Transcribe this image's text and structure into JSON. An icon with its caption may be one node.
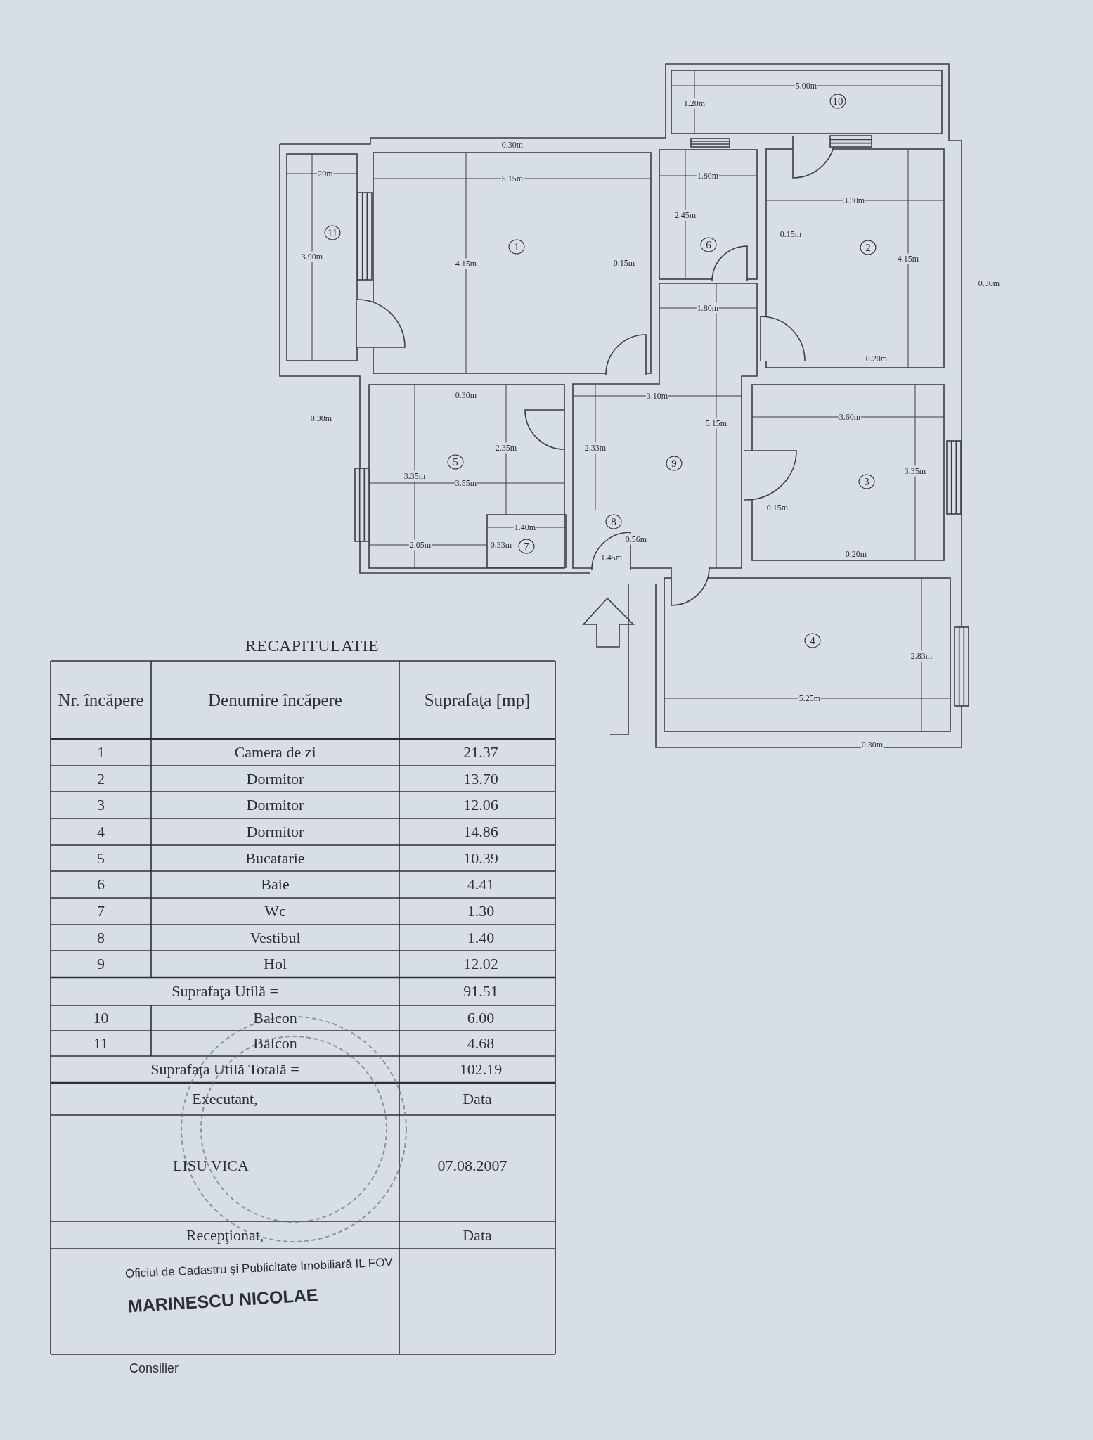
{
  "diagram": {
    "labels": [
      "5.00m",
      "1.20m",
      "10",
      "0.30m",
      "20m",
      "5.15m",
      "1.80m",
      "3.30m",
      "2.45m",
      "11",
      "0.15m",
      "1",
      "6",
      "2",
      "3.90m",
      "4.15m",
      "0.15m",
      "4.15m",
      "0.30m",
      "1.80m",
      "0.20m",
      "0.30m",
      "3.10m",
      "0.30m",
      "3.60m",
      "2.35m",
      "2.33m",
      "5.15m",
      "5",
      "9",
      "3.35m",
      "3.35m",
      "3.55m",
      "3",
      "0.15m",
      "8",
      "1.40m",
      "0.56m",
      "2.05m",
      "0.33m",
      "7",
      "0.20m",
      "1.45m",
      "4",
      "2.83m",
      "5.25m",
      "0.30m",
      "RECAPITULATIE",
      "Nr. încăpere",
      "Denumire încăpere",
      "Suprafaţa [mp]",
      "1",
      "Camera de zi",
      "21.37",
      "2",
      "Dormitor",
      "13.70",
      "3",
      "Dormitor",
      "12.06",
      "4",
      "Dormitor",
      "14.86",
      "5",
      "Bucatarie",
      "10.39",
      "6",
      "Baie",
      "4.41",
      "7",
      "Wc",
      "1.30",
      "8",
      "Vestibul",
      "1.40",
      "9",
      "Hol",
      "12.02",
      "Suprafaţa Utilă =",
      "91.51",
      "10",
      "Balcon",
      "6.00",
      "11",
      "Balcon",
      "4.68",
      "Suprafaţa Utilă Totală =",
      "102.19",
      "Executant,",
      "Data",
      "LISU VICA",
      "07.08.2007",
      "Recepţionat,",
      "Data",
      "Oficiul de Cadastru şi Publicitate Imobiliară IL FOV",
      "MARINESCU NICOLAE",
      "Consilier"
    ]
  }
}
